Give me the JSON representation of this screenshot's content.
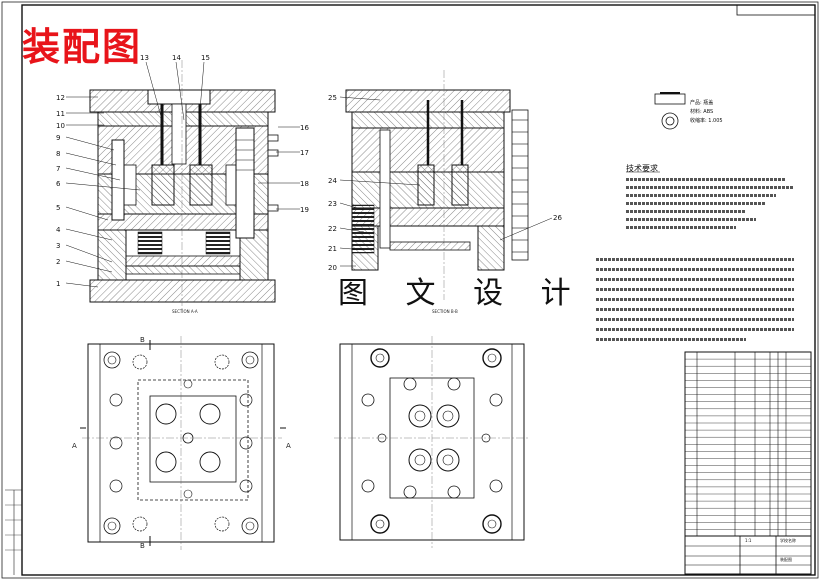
{
  "title": "装配图",
  "watermark": "图 文 设 计",
  "callouts_left": [
    "12",
    "11",
    "10",
    "9",
    "8",
    "7",
    "6",
    "5",
    "4",
    "3",
    "2",
    "1"
  ],
  "callouts_top": [
    "13",
    "14",
    "15"
  ],
  "callouts_right_a": [
    "16",
    "17",
    "18",
    "19"
  ],
  "callouts_center_left": [
    "25",
    "24",
    "23",
    "22",
    "21",
    "20"
  ],
  "callouts_center_right": [
    "26"
  ],
  "section_labels": [
    "SECTION A-A",
    "SECTION B-B"
  ],
  "section_marks": [
    "B",
    "B",
    "A",
    "A"
  ],
  "part_info": {
    "name_label": "产品: 瓶盖",
    "material_label": "材料: ABS",
    "shrink_label": "收缩率: 1.005"
  },
  "tech_title": "技术要求",
  "title_block": {
    "scale": "1:1",
    "drawing": "装配图",
    "school": "学校名称"
  },
  "colors": {
    "title_red": "#e8141a",
    "line": "#1a1a1a",
    "hatch": "#444444"
  }
}
